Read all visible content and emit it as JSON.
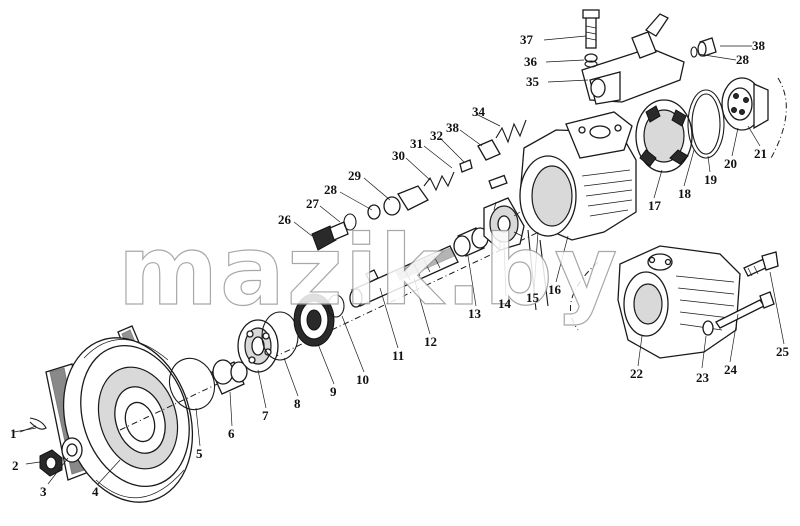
{
  "corner_tag": "",
  "watermark": "mazik.by",
  "callouts": [
    {
      "id": "1",
      "text": "1"
    },
    {
      "id": "2",
      "text": "2"
    },
    {
      "id": "3",
      "text": "3"
    },
    {
      "id": "4",
      "text": "4"
    },
    {
      "id": "5",
      "text": "5"
    },
    {
      "id": "6",
      "text": "6"
    },
    {
      "id": "7",
      "text": "7"
    },
    {
      "id": "8",
      "text": "8"
    },
    {
      "id": "9",
      "text": "9"
    },
    {
      "id": "10",
      "text": "10"
    },
    {
      "id": "11",
      "text": "11"
    },
    {
      "id": "12",
      "text": "12"
    },
    {
      "id": "13",
      "text": "13"
    },
    {
      "id": "14",
      "text": "14"
    },
    {
      "id": "15",
      "text": "15"
    },
    {
      "id": "16",
      "text": "16"
    },
    {
      "id": "17",
      "text": "17"
    },
    {
      "id": "18",
      "text": "18"
    },
    {
      "id": "19",
      "text": "19"
    },
    {
      "id": "20",
      "text": "20"
    },
    {
      "id": "21",
      "text": "21"
    },
    {
      "id": "22",
      "text": "22"
    },
    {
      "id": "23",
      "text": "23"
    },
    {
      "id": "24",
      "text": "24"
    },
    {
      "id": "25",
      "text": "25"
    },
    {
      "id": "26",
      "text": "26"
    },
    {
      "id": "27",
      "text": "27"
    },
    {
      "id": "28a",
      "text": "28"
    },
    {
      "id": "29",
      "text": "29"
    },
    {
      "id": "30",
      "text": "30"
    },
    {
      "id": "31",
      "text": "31"
    },
    {
      "id": "32",
      "text": "32"
    },
    {
      "id": "38a",
      "text": "38"
    },
    {
      "id": "34",
      "text": "34"
    },
    {
      "id": "35",
      "text": "35"
    },
    {
      "id": "36",
      "text": "36"
    },
    {
      "id": "37",
      "text": "37"
    },
    {
      "id": "38b",
      "text": "38"
    },
    {
      "id": "28b",
      "text": "28"
    }
  ]
}
